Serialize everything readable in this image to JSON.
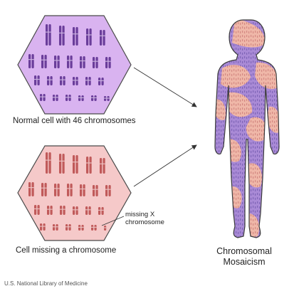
{
  "normal_cell": {
    "caption": "Normal cell with 46 chromosomes",
    "fill": "#d9b3f0",
    "stroke": "#4a4a4a",
    "chromosome_color": "#6a3d9a",
    "chromosome_count": 46
  },
  "missing_cell": {
    "caption": "Cell missing a chromosome",
    "fill": "#f5c9c9",
    "stroke": "#4a4a4a",
    "chromosome_color": "#c05a5a",
    "chromosome_count": 45,
    "annotation_line1": "missing X",
    "annotation_line2": "chromosome"
  },
  "figure": {
    "caption_line1": "Chromosomal",
    "caption_line2": "Mosaicism",
    "purple": "#a98ad6",
    "pink": "#efb7a8",
    "outline": "#3a3a3a"
  },
  "credit": "U.S. National Library of Medicine"
}
